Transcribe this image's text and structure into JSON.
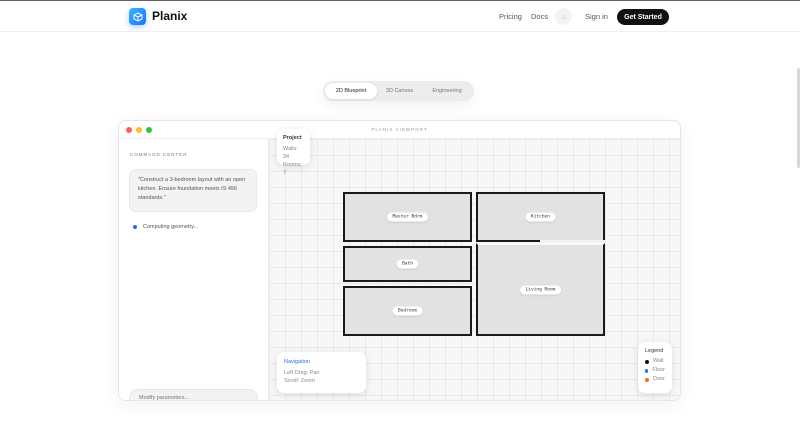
{
  "nav": {
    "brand": "Planix",
    "links": [
      "Pricing",
      "Docs"
    ],
    "sign_in": "Sign in",
    "cta": "Get Started",
    "theme_icon": "sun-icon"
  },
  "view_tabs": [
    {
      "label": "2D Blueprint",
      "active": true
    },
    {
      "label": "3D Canvas",
      "active": false
    },
    {
      "label": "Engineering",
      "active": false
    }
  ],
  "window": {
    "title": "PLANIX VIEWPORT",
    "traffic_colors": [
      "#ff5f57",
      "#febc2e",
      "#28c840"
    ]
  },
  "sidebar": {
    "heading": "COMMAND CENTER",
    "prompt": "\"Construct a 3-bedroom layout with an open kitchen. Ensure foundation meets IS 456 standards.\"",
    "status": "Computing geometry...",
    "input_placeholder": "Modify parameters..."
  },
  "project": {
    "title": "Project",
    "walls": "Walls: 34",
    "rooms": "Rooms: 7"
  },
  "rooms": [
    "Master Bdrm",
    "Kitchen",
    "Bath",
    "Living Room",
    "Bedroom"
  ],
  "navigation": {
    "title": "Navigation",
    "lines": [
      "Left Drag: Pan",
      "Scroll: Zoom"
    ]
  },
  "legend": {
    "title": "Legend",
    "items": [
      {
        "label": "Wall",
        "color": "#111111"
      },
      {
        "label": "Floor",
        "color": "#2b6cff"
      },
      {
        "label": "Door",
        "color": "#ff6a1a"
      }
    ]
  }
}
